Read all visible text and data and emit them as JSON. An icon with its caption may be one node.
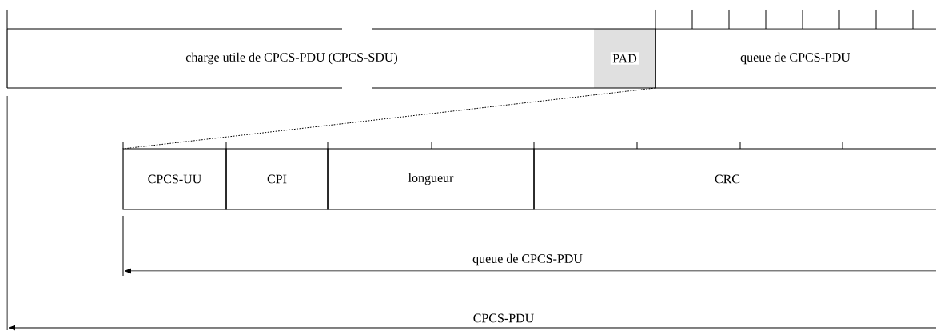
{
  "diagram": {
    "nodes": [
      {
        "text": [
          "charge utile de CPCS-PDU (CPCS-SDU)"
        ]
      },
      {
        "text": [
          "PAD"
        ]
      },
      {
        "text": [
          "queue de CPCS-PDU"
        ]
      },
      {
        "text": [
          "CPCS-UU"
        ]
      },
      {
        "text": [
          "CPI"
        ]
      },
      {
        "text": [
          "longueur"
        ]
      },
      {
        "text": [
          "CRC"
        ]
      }
    ],
    "edges": [
      {
        "from": 2,
        "to": 3,
        "arrow": "none",
        "style": "dashed"
      }
    ],
    "labels": [
      "queue de CPCS-PDU",
      "CPCS-PDU"
    ]
  }
}
